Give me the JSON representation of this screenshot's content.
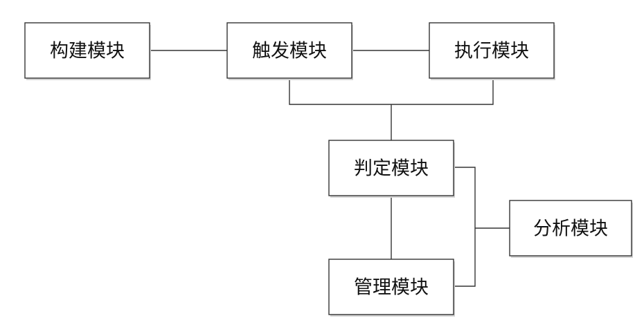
{
  "modules": {
    "build": {
      "label": "构建模块"
    },
    "trigger": {
      "label": "触发模块"
    },
    "execute": {
      "label": "执行模块"
    },
    "judge": {
      "label": "判定模块"
    },
    "analyze": {
      "label": "分析模块"
    },
    "manage": {
      "label": "管理模块"
    }
  },
  "connections": [
    {
      "from": "构建模块",
      "to": "触发模块"
    },
    {
      "from": "触发模块",
      "to": "执行模块"
    },
    {
      "from": "触发模块",
      "to": "判定模块"
    },
    {
      "from": "执行模块",
      "to": "判定模块"
    },
    {
      "from": "判定模块",
      "to": "管理模块"
    },
    {
      "from": "判定模块",
      "to": "分析模块"
    },
    {
      "from": "管理模块",
      "to": "分析模块"
    }
  ]
}
